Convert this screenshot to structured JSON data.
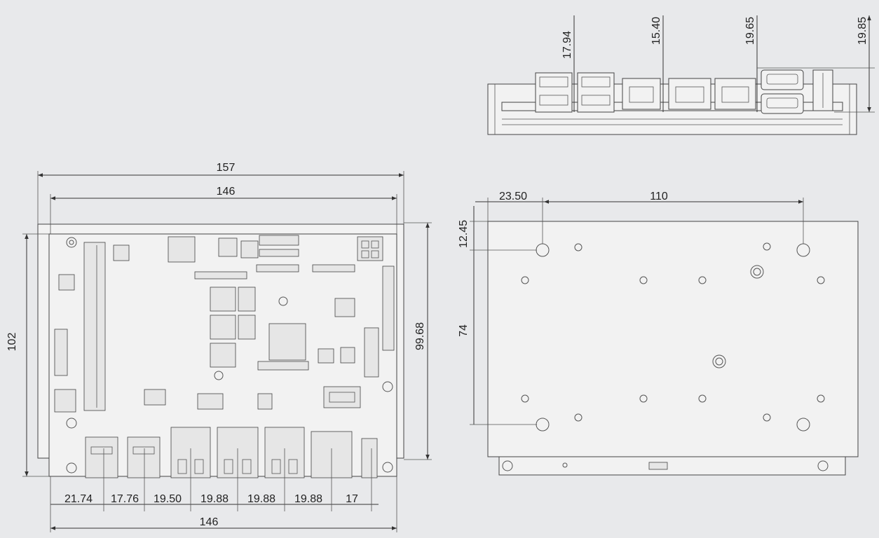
{
  "colors": {
    "background": "#e8e9eb",
    "line": "#333333",
    "board_fill": "#f2f2f2"
  },
  "side_view": {
    "dims": [
      "17.94",
      "15.40",
      "19.65",
      "19.85"
    ]
  },
  "top_view": {
    "overall_width": "157",
    "board_width": "146",
    "height_left": "102",
    "height_right": "99.68",
    "connector_spacings": [
      "21.74",
      "17.76",
      "19.50",
      "19.88",
      "19.88",
      "19.88",
      "17"
    ],
    "bottom_width": "146"
  },
  "bottom_view": {
    "offset_x": "23.50",
    "hole_spacing_x": "110",
    "offset_y": "12.45",
    "hole_spacing_y": "74"
  }
}
